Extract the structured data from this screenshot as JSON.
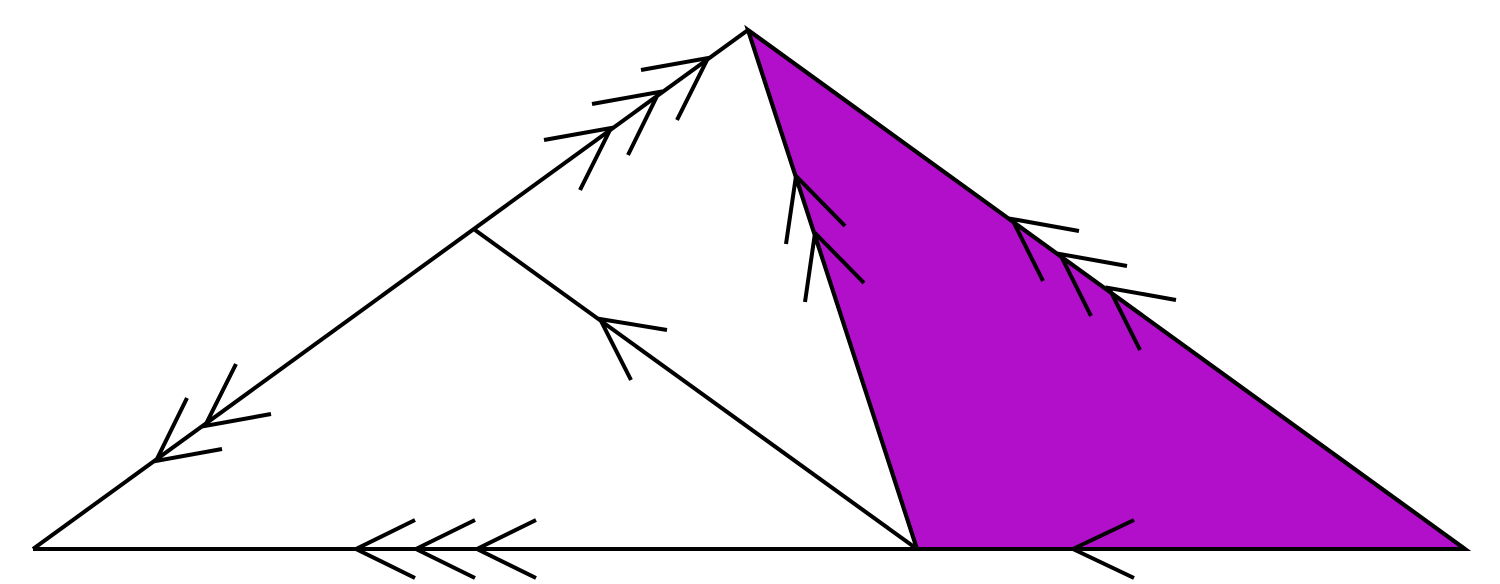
{
  "figure": {
    "kind": "geometric-diagram",
    "shaded_region": "right triangle",
    "colors": {
      "fill": "#B10FC9",
      "stroke": "#000000",
      "background": "#FFFFFF"
    },
    "edges": [
      {
        "name": "left-side",
        "direction": "toward-apex",
        "tick_count": 3
      },
      {
        "name": "left-side-lower",
        "direction": "toward-base-left",
        "tick_count": 2
      },
      {
        "name": "inner-diagonal",
        "direction": "toward-left-side",
        "tick_count": 1
      },
      {
        "name": "inner-apex-line",
        "direction": "toward-apex",
        "tick_count": 2
      },
      {
        "name": "right-side",
        "direction": "toward-apex",
        "tick_count": 3
      },
      {
        "name": "base-left",
        "direction": "toward-base-left",
        "tick_count": 3
      },
      {
        "name": "base-right",
        "direction": "toward-base-left",
        "tick_count": 1
      }
    ]
  }
}
